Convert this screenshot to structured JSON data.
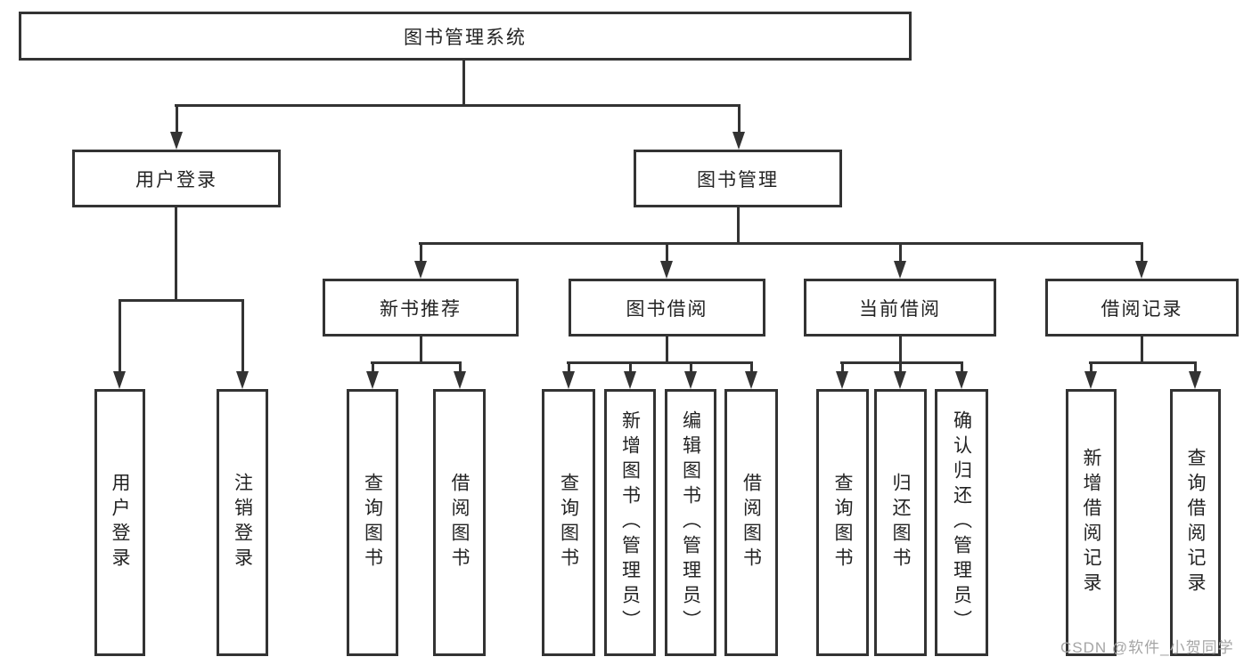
{
  "diagram": {
    "title": "图书管理系统",
    "root": {
      "label": "图书管理系统"
    },
    "level2": [
      {
        "label": "用户登录"
      },
      {
        "label": "图书管理"
      }
    ],
    "level3": [
      {
        "label": "新书推荐"
      },
      {
        "label": "图书借阅"
      },
      {
        "label": "当前借阅"
      },
      {
        "label": "借阅记录"
      }
    ],
    "children": {
      "user_login": [
        "用户登录",
        "注销登录"
      ],
      "new_book_recommend": [
        "查询图书",
        "借阅图书"
      ],
      "book_borrow": [
        "查询图书",
        "新增图书（管理员）",
        "编辑图书（管理员）",
        "借阅图书"
      ],
      "current_borrow": [
        "查询图书",
        "归还图书",
        "确认归还（管理员）"
      ],
      "borrow_record": [
        "新增借阅记录",
        "查询借阅记录"
      ]
    }
  },
  "watermark": {
    "text": "CSDN @软件_小贺同学"
  },
  "colors": {
    "line": "#333333",
    "text": "#232323",
    "background": "#ffffff",
    "watermark": "#a5a5a5"
  }
}
